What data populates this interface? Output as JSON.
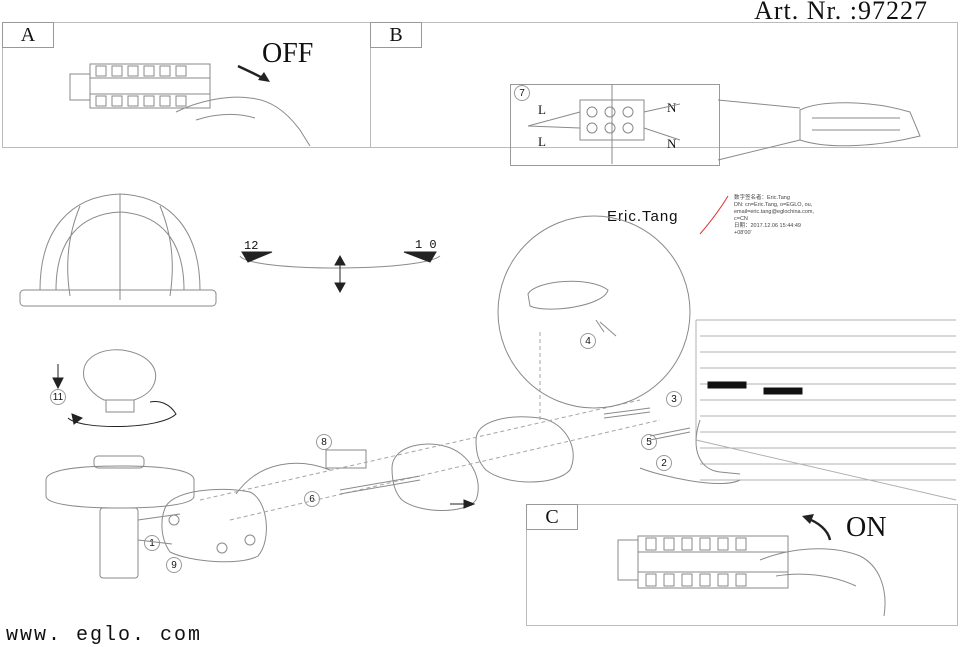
{
  "header": {
    "article_number": "Art. Nr. :97227"
  },
  "footer": {
    "website": "www. eglo. com"
  },
  "panels": {
    "a": {
      "label": "A",
      "action": "OFF"
    },
    "b": {
      "label": "B",
      "terminal_labels": [
        "L",
        "L",
        "N",
        "N"
      ],
      "step": "7"
    },
    "c": {
      "label": "C",
      "action": "ON"
    }
  },
  "rotation": {
    "left": "12",
    "right": "1 0"
  },
  "steps": [
    "1",
    "2",
    "3",
    "4",
    "5",
    "6",
    "8",
    "9",
    "11"
  ],
  "signature": {
    "name": "Eric.Tang",
    "details": "数字签名者：Eric.Tang\nDN: cn=Eric.Tang, o=EGLO, ou,\nemail=eric.tang@eglochina.com,\nc=CN\n日期：2017.12.06 15:44:49\n+08'00'"
  }
}
